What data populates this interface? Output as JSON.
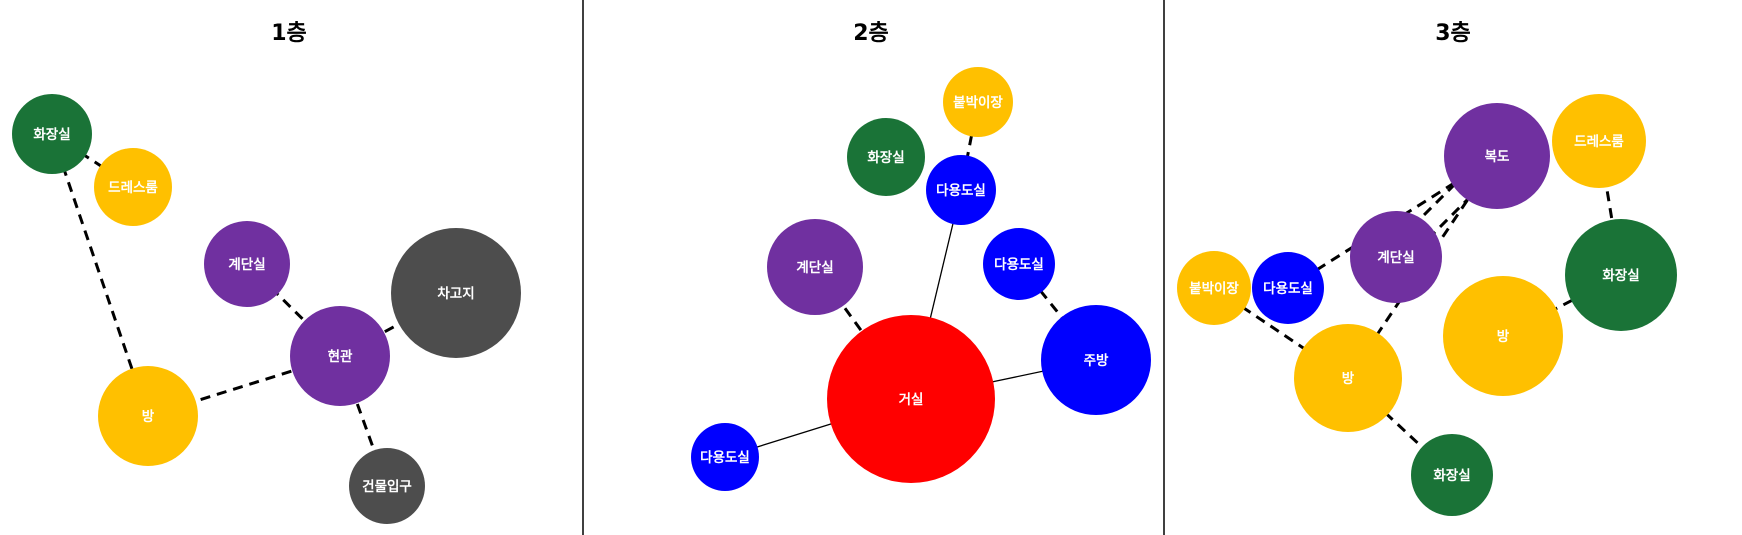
{
  "colors": {
    "purple": "#7030a0",
    "yellow": "#ffc000",
    "green": "#1a7337",
    "gray": "#4d4d4d",
    "red": "#ff0000",
    "blue": "#0000ff"
  },
  "floors": [
    {
      "id": "f1",
      "title": "1층",
      "nodes": [
        {
          "id": "hwajangsil",
          "label": "화장실",
          "color": "green"
        },
        {
          "id": "dress",
          "label": "드레스룸",
          "color": "yellow"
        },
        {
          "id": "stairs",
          "label": "계단실",
          "color": "purple"
        },
        {
          "id": "garage",
          "label": "차고지",
          "color": "gray"
        },
        {
          "id": "entry",
          "label": "현관",
          "color": "purple"
        },
        {
          "id": "room",
          "label": "방",
          "color": "yellow"
        },
        {
          "id": "bldg",
          "label": "건물입구",
          "color": "gray"
        }
      ],
      "edges": [
        {
          "from": "hwajangsil",
          "to": "dress",
          "style": "dashed"
        },
        {
          "from": "hwajangsil",
          "to": "room",
          "style": "dashed"
        },
        {
          "from": "stairs",
          "to": "entry",
          "style": "dashed"
        },
        {
          "from": "entry",
          "to": "garage",
          "style": "dashed"
        },
        {
          "from": "entry",
          "to": "room",
          "style": "dashed"
        },
        {
          "from": "entry",
          "to": "bldg",
          "style": "dashed"
        }
      ]
    },
    {
      "id": "f2",
      "title": "2층",
      "nodes": [
        {
          "id": "builtin",
          "label": "붙박이장",
          "color": "yellow"
        },
        {
          "id": "hwajangsil",
          "label": "화장실",
          "color": "green"
        },
        {
          "id": "multi1",
          "label": "다용도실",
          "color": "blue"
        },
        {
          "id": "stairs",
          "label": "계단실",
          "color": "purple"
        },
        {
          "id": "multi2",
          "label": "다용도실",
          "color": "blue"
        },
        {
          "id": "kitchen",
          "label": "주방",
          "color": "blue"
        },
        {
          "id": "living",
          "label": "거실",
          "color": "red"
        },
        {
          "id": "multi3",
          "label": "다용도실",
          "color": "blue"
        }
      ],
      "edges": [
        {
          "from": "builtin",
          "to": "multi1",
          "style": "dashed"
        },
        {
          "from": "multi1",
          "to": "living",
          "style": "solid"
        },
        {
          "from": "stairs",
          "to": "living",
          "style": "dashed"
        },
        {
          "from": "multi2",
          "to": "kitchen",
          "style": "dashed"
        },
        {
          "from": "kitchen",
          "to": "living",
          "style": "solid"
        },
        {
          "from": "multi3",
          "to": "living",
          "style": "solid"
        }
      ]
    },
    {
      "id": "f3",
      "title": "3층",
      "nodes": [
        {
          "id": "hall",
          "label": "복도",
          "color": "purple"
        },
        {
          "id": "dress",
          "label": "드레스룸",
          "color": "yellow"
        },
        {
          "id": "stairs",
          "label": "계단실",
          "color": "purple"
        },
        {
          "id": "hwajangsil1",
          "label": "화장실",
          "color": "green"
        },
        {
          "id": "builtin",
          "label": "붙박이장",
          "color": "yellow"
        },
        {
          "id": "multi",
          "label": "다용도실",
          "color": "blue"
        },
        {
          "id": "room2",
          "label": "방",
          "color": "yellow"
        },
        {
          "id": "room1",
          "label": "방",
          "color": "yellow"
        },
        {
          "id": "hwajangsil2",
          "label": "화장실",
          "color": "green"
        }
      ],
      "edges": [
        {
          "from": "multi",
          "to": "hall",
          "style": "dashed"
        },
        {
          "from": "stairs",
          "to": "hall",
          "style": "dashed"
        },
        {
          "from": "stairs",
          "to": "hall",
          "style": "dashed"
        },
        {
          "from": "room1",
          "to": "hall",
          "style": "dashed"
        },
        {
          "from": "dress",
          "to": "hwajangsil1",
          "style": "dashed"
        },
        {
          "from": "room2",
          "to": "hwajangsil1",
          "style": "dashed"
        },
        {
          "from": "builtin",
          "to": "room1",
          "style": "dashed"
        },
        {
          "from": "room1",
          "to": "hwajangsil2",
          "style": "dashed"
        }
      ]
    }
  ]
}
